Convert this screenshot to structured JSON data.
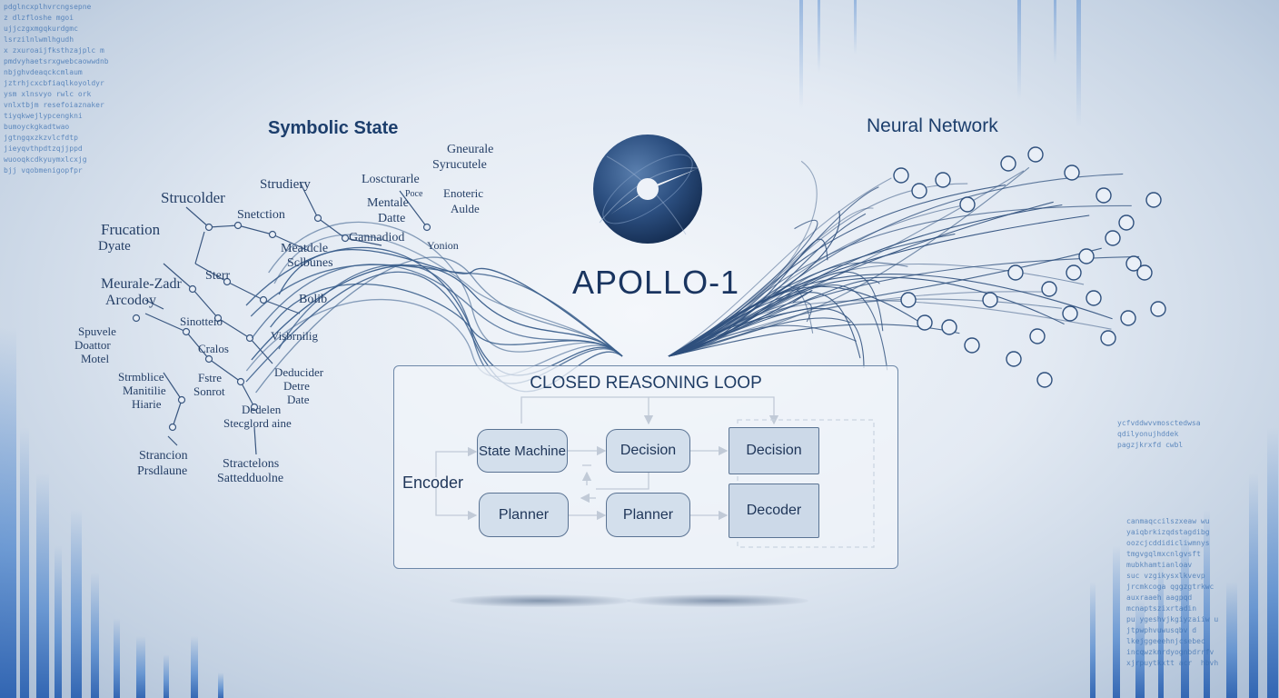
{
  "symbolic": {
    "title": "Symbolic State",
    "labels": [
      "Strucolder",
      "Strudiery",
      "Snetction",
      "Frucation",
      "Dyate",
      "Loscturarle",
      "Poce",
      "Gneurale",
      "Syrucutele",
      "Mentale",
      "Datte",
      "Enoteric",
      "Aulde",
      "Meatdcle",
      "Sclbunes",
      "Gannadiod",
      "Yonion",
      "Meurale-Zadr",
      "Arcodoy",
      "Sterr",
      "Bolib",
      "Spuvele",
      "Doattor",
      "Motel",
      "Sinotteio",
      "Cralos",
      "Visbrnilig",
      "Strmblice",
      "Manitilie",
      "Hiarie",
      "Fstre",
      "Sonrot",
      "Deducider",
      "Detre",
      "Date",
      "Dedelen",
      "Stecglord aine",
      "Strancion",
      "Prsdlaune",
      "Stractelons",
      "Sattedduolne"
    ]
  },
  "neural": {
    "title": "Neural Network"
  },
  "center": {
    "title": "APOLLO-1",
    "logo_icon": "apollo-orbit-logo"
  },
  "loop": {
    "title": "CLOSED REASONING LOOP",
    "encoder": "Encoder",
    "nodes": {
      "state_machine": "State Machine",
      "decision_mid": "Decision",
      "decision_right": "Decision",
      "planner_left": "Planner",
      "planner_mid": "Planner",
      "decoder": "Decoder"
    }
  },
  "colors": {
    "ink": "#1c3e6c",
    "line": "#3d5f8a",
    "node_fill": "#d3dfec",
    "accent_glitch": "#2a72c8"
  }
}
